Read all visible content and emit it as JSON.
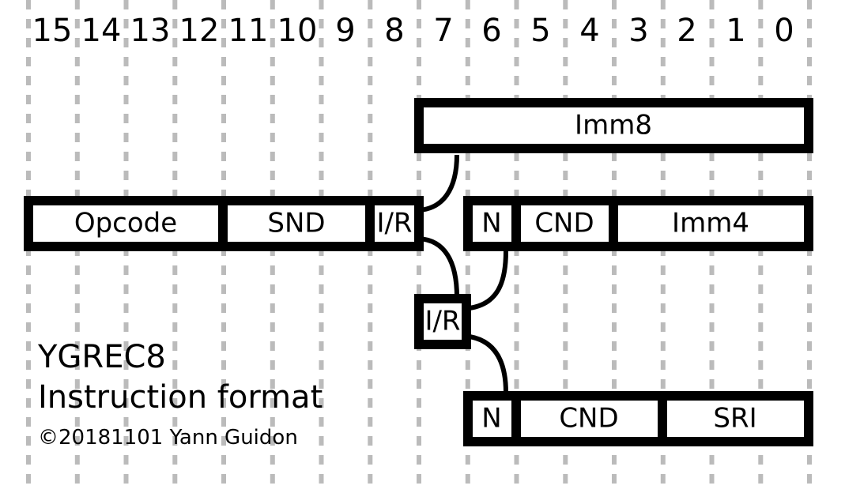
{
  "bit_numbers": [
    "15",
    "14",
    "13",
    "12",
    "11",
    "10",
    "9",
    "8",
    "7",
    "6",
    "5",
    "4",
    "3",
    "2",
    "1",
    "0"
  ],
  "formats": {
    "imm8_row": {
      "fields": [
        {
          "label": "Imm8",
          "high_bit": 7,
          "low_bit": 0
        }
      ]
    },
    "main_row": {
      "fields": [
        {
          "label": "Opcode",
          "high_bit": 15,
          "low_bit": 12
        },
        {
          "label": "SND",
          "high_bit": 11,
          "low_bit": 9
        },
        {
          "label": "I/R",
          "high_bit": 8,
          "low_bit": 8
        },
        {
          "label": "N",
          "high_bit": 6,
          "low_bit": 6
        },
        {
          "label": "CND",
          "high_bit": 5,
          "low_bit": 4
        },
        {
          "label": "Imm4",
          "high_bit": 3,
          "low_bit": 0
        }
      ]
    },
    "selector": {
      "fields": [
        {
          "label": "I/R",
          "high_bit": 7,
          "low_bit": 7
        }
      ]
    },
    "sri_row": {
      "fields": [
        {
          "label": "N",
          "high_bit": 6,
          "low_bit": 6
        },
        {
          "label": "CND",
          "high_bit": 5,
          "low_bit": 3
        },
        {
          "label": "SRI",
          "high_bit": 2,
          "low_bit": 0
        }
      ]
    }
  },
  "title": {
    "line1": "YGREC8",
    "line2": "Instruction format",
    "credit": "©20181101 Yann Guidon"
  },
  "colors": {
    "ink": "#000000",
    "gridline": "#bbbbbb",
    "background": "#ffffff"
  }
}
